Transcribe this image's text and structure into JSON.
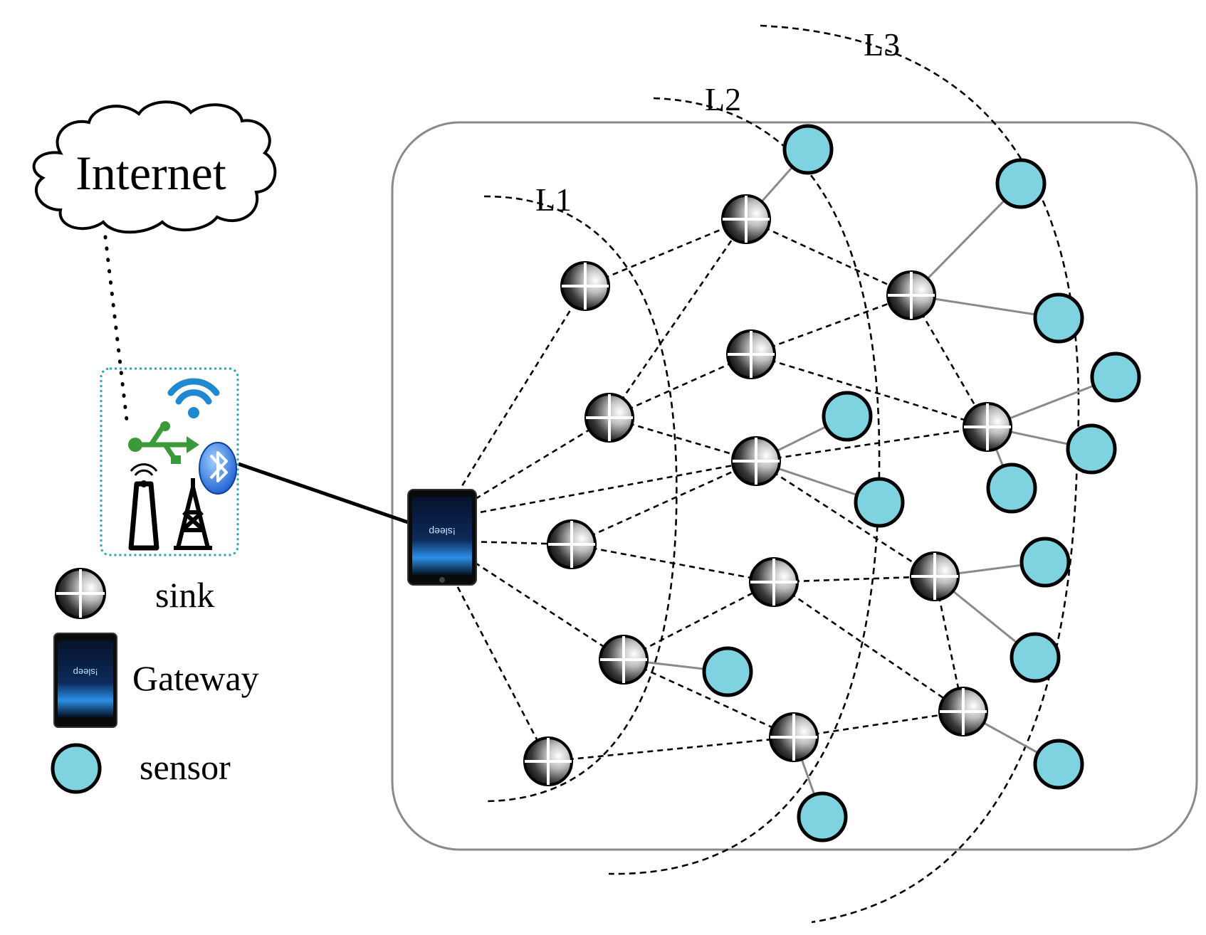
{
  "cloud": {
    "label": "Internet"
  },
  "layers": [
    "L1",
    "L2",
    "L3"
  ],
  "legend": [
    {
      "icon": "sink",
      "label": "sink"
    },
    {
      "icon": "gateway",
      "label": "Gateway"
    },
    {
      "icon": "sensor",
      "label": "sensor"
    }
  ],
  "gateway_screen_text": "!sleep",
  "connectivity_icons": [
    "wifi-icon",
    "usb-icon",
    "bluetooth-icon",
    "antenna-icon",
    "cell-tower-icon"
  ],
  "colors": {
    "sensor": "#7fd3e0",
    "box_border": "#8a8a8a",
    "wifi": "#1e88d0",
    "usb": "#3a9a3a",
    "bluetooth": "#2f7fe0",
    "connect_box": "#2aa6b0"
  }
}
